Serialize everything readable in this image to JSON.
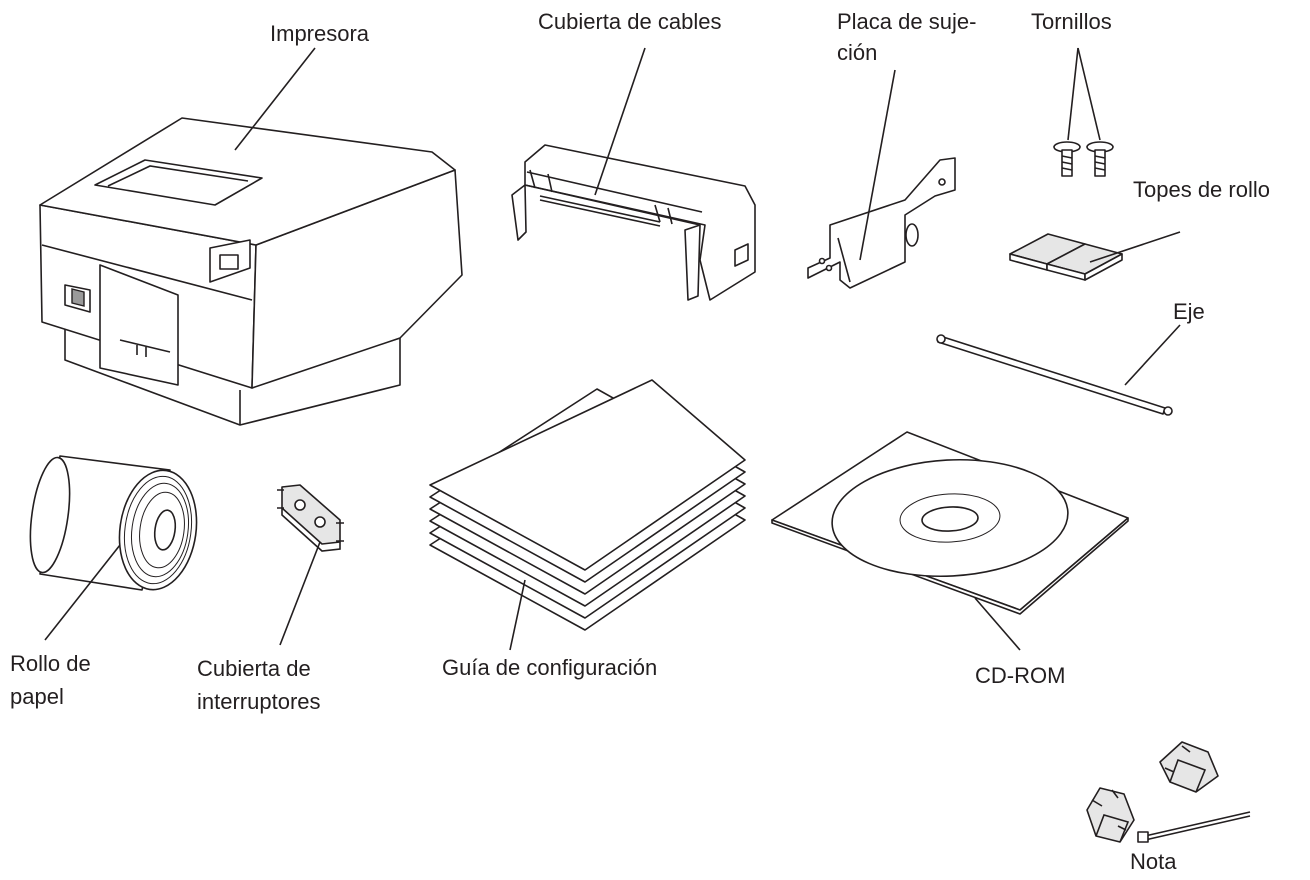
{
  "labels": {
    "impresora": "Impresora",
    "cubierta_cables": "Cubierta de cables",
    "placa_line1": "Placa de suje-",
    "placa_line2": "ción",
    "tornillos": "Tornillos",
    "topes": "Topes de rollo",
    "eje": "Eje",
    "rollo_line1": "Rollo de",
    "rollo_line2": "papel",
    "interruptores_line1": "Cubierta de",
    "interruptores_line2": "interruptores",
    "guia": "Guía de configuración",
    "cdrom": "CD-ROM",
    "nota": "Nota"
  }
}
